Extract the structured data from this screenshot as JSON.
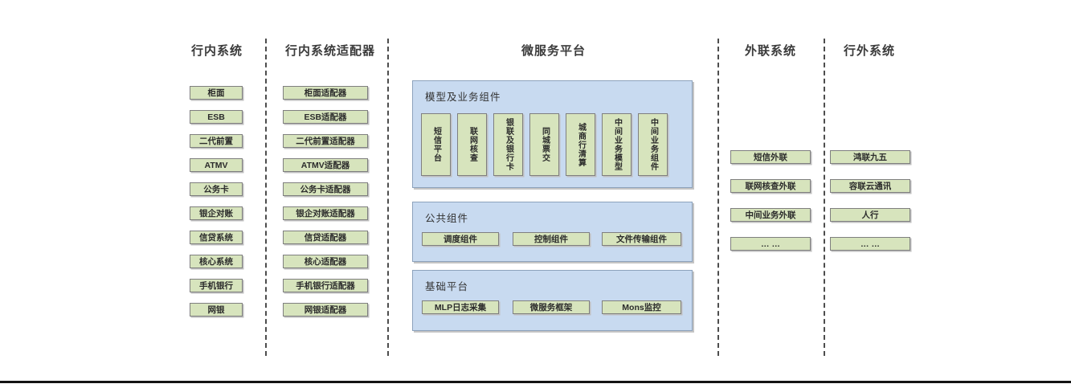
{
  "colors": {
    "box_green": "#d7e4bd",
    "panel_blue": "#c8daf0",
    "dashed_line": "#4d4d4d",
    "bottom_rule": "#141414"
  },
  "columns": {
    "internal": {
      "title": "行内系统",
      "items": [
        "柜面",
        "ESB",
        "二代前置",
        "ATMV",
        "公务卡",
        "银企对账",
        "信贷系统",
        "核心系统",
        "手机银行",
        "网银"
      ]
    },
    "adapters": {
      "title": "行内系统适配器",
      "items": [
        "柜面适配器",
        "ESB适配器",
        "二代前置适配器",
        "ATMV适配器",
        "公务卡适配器",
        "银企对账适配器",
        "信贷适配器",
        "核心适配器",
        "手机银行适配器",
        "网银适配器"
      ]
    },
    "platform": {
      "title": "微服务平台",
      "sections": [
        {
          "title": "模型及业务组件",
          "items": [
            "短信平台",
            "联网核查",
            "银联及银行卡",
            "同城票交",
            "城商行清算",
            "中间业务模型",
            "中间业务组件"
          ]
        },
        {
          "title": "公共组件",
          "items": [
            "调度组件",
            "控制组件",
            "文件传输组件"
          ]
        },
        {
          "title": "基础平台",
          "items": [
            "MLP日志采集",
            "微服务框架",
            "Mons监控"
          ]
        }
      ]
    },
    "outbound": {
      "title": "外联系统",
      "items": [
        "短信外联",
        "联网核查外联",
        "中间业务外联",
        "… …"
      ]
    },
    "external": {
      "title": "行外系统",
      "items": [
        "鸿联九五",
        "容联云通讯",
        "人行",
        "… …"
      ]
    }
  }
}
